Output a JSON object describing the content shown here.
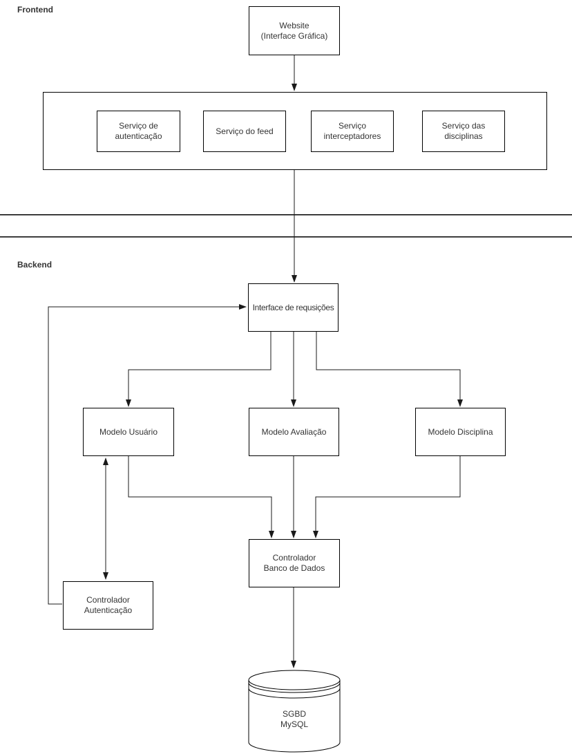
{
  "sections": {
    "frontend": "Frontend",
    "backend": "Backend"
  },
  "nodes": {
    "website": {
      "line1": "Website",
      "line2": "(Interface Gráfica)"
    },
    "servico_autenticacao": {
      "label": "Serviço de autenticação"
    },
    "servico_feed": {
      "label": "Serviço do feed"
    },
    "servico_interceptadores": {
      "label": "Serviço interceptadores"
    },
    "servico_disciplinas": {
      "label": "Serviço das disciplinas"
    },
    "interface_requisicoes": {
      "label": "Interface de requsições"
    },
    "modelo_usuario": {
      "label": "Modelo Usuário"
    },
    "modelo_avaliacao": {
      "label": "Modelo Avaliação"
    },
    "modelo_disciplina": {
      "label": "Modelo Disciplina"
    },
    "controlador_banco_dados": {
      "line1": "Controlador",
      "line2": "Banco de Dados"
    },
    "controlador_autenticacao": {
      "line1": "Controlador",
      "line2": "Autenticação"
    },
    "sgbd_mysql": {
      "line1": "SGBD",
      "line2": "MySQL"
    }
  },
  "colors": {
    "node_fill": "#ffffff",
    "node_stroke": "#000000",
    "connector": "#1a1a1a",
    "text": "#333333"
  }
}
